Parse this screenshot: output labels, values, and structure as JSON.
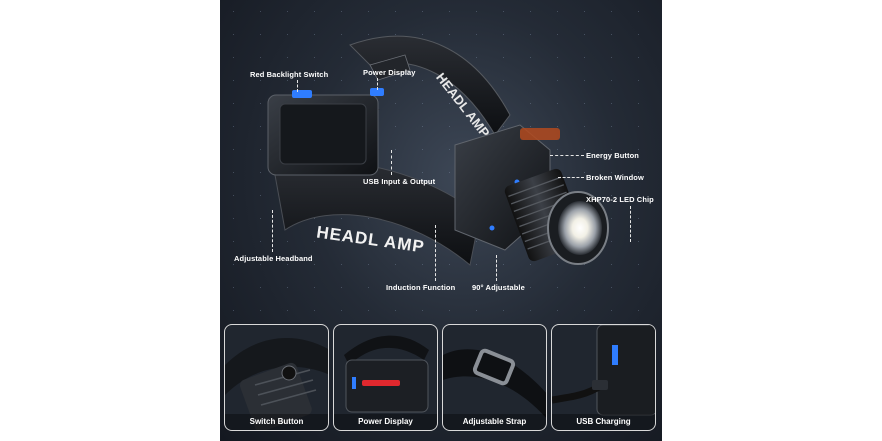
{
  "hero": {
    "band_text_top": "HEADL AMP",
    "band_text_front": "HEADL AMP",
    "led_color": "#2f7dff",
    "callouts": {
      "red_backlight_switch": "Red Backlight Switch",
      "power_display": "Power Display",
      "usb_input_output": "USB Input & Output",
      "adjustable_headband": "Adjustable Headband",
      "energy_button": "Energy Button",
      "broken_window": "Broken Window",
      "chip": "XHP70-2 LED Chip",
      "induction_function": "Induction Function",
      "adjustable_90": "90° Adjustable"
    }
  },
  "thumbnails": [
    {
      "label": "Switch Button"
    },
    {
      "label": "Power Display"
    },
    {
      "label": "Adjustable Strap"
    },
    {
      "label": "USB Charging"
    }
  ]
}
